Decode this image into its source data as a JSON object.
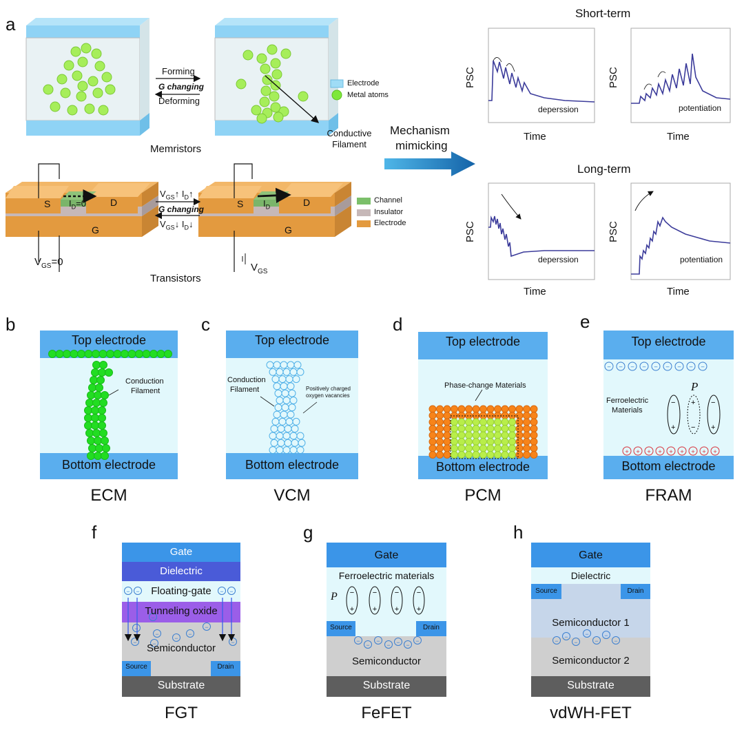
{
  "panel_labels": {
    "a": "a",
    "b": "b",
    "c": "c",
    "d": "d",
    "e": "e",
    "f": "f",
    "g": "g",
    "h": "h"
  },
  "memristor": {
    "forming": "Forming",
    "g_changing": "G changing",
    "deforming": "Deforming",
    "caption": "Memristors",
    "filament_label_1": "Conductive",
    "filament_label_2": "Filament",
    "legend_electrode": "Electrode",
    "legend_metal": "Metal atoms"
  },
  "transistor": {
    "s": "S",
    "d": "D",
    "g": "G",
    "id0": "I",
    "id0_sub": "D",
    "id0_tail": "=0",
    "id": "I",
    "id_sub": "D",
    "vgs_up": "V",
    "vgs_up_sub": "GS",
    "vgs_up_arrow": "↑",
    "id_up": "I",
    "id_up_sub": "D",
    "id_up_arrow": "↑",
    "g_changing": "G changing",
    "vgs_down": "V",
    "vgs_down_sub": "GS",
    "vgs_down_arrow": "↓",
    "id_down": "I",
    "id_down_sub": "D",
    "id_down_arrow": "↓",
    "vgs0": "V",
    "vgs0_sub": "GS",
    "vgs0_tail": "=0",
    "vgs": "V",
    "vgs_sub": "GS",
    "caption": "Transistors",
    "legend_channel": "Channel",
    "legend_insulator": "Insulator",
    "legend_electrode": "Electrode"
  },
  "mechanism": {
    "line1": "Mechanism",
    "line2": "mimicking"
  },
  "plots": {
    "short_term": "Short-term",
    "long_term": "Long-term",
    "ylabel": "PSC",
    "xlabel": "Time",
    "st_dep": "deperssion",
    "st_pot": "potentiation",
    "lt_dep": "deperssion",
    "lt_pot": "potentiation"
  },
  "chart_data": [
    {
      "type": "line",
      "title": "Short-term",
      "xlabel": "Time",
      "ylabel": "PSC",
      "annotation": "deperssion"
    },
    {
      "type": "line",
      "title": "Short-term",
      "xlabel": "Time",
      "ylabel": "PSC",
      "annotation": "potentiation"
    },
    {
      "type": "line",
      "title": "Long-term",
      "xlabel": "Time",
      "ylabel": "PSC",
      "annotation": "deperssion"
    },
    {
      "type": "line",
      "title": "Long-term",
      "xlabel": "Time",
      "ylabel": "PSC",
      "annotation": "potentiation"
    }
  ],
  "ecm": {
    "top": "Top electrode",
    "bottom": "Bottom electrode",
    "label1": "Conduction",
    "label2": "Filament",
    "caption": "ECM"
  },
  "vcm": {
    "top": "Top electrode",
    "bottom": "Bottom electrode",
    "label1": "Conduction",
    "label2": "Filament",
    "vac1": "Positively charged",
    "vac2": "oxygen vacancies",
    "caption": "VCM"
  },
  "pcm": {
    "top": "Top electrode",
    "bottom": "Bottom electrode",
    "label": "Phase-change Materials",
    "caption": "PCM"
  },
  "fram": {
    "top": "Top electrode",
    "bottom": "Bottom electrode",
    "p": "P",
    "label1": "Ferroelectric",
    "label2": "Materials",
    "caption": "FRAM"
  },
  "fgt": {
    "gate": "Gate",
    "dielectric": "Dielectric",
    "floating": "Floating-gate",
    "tunneling": "Tunneling oxide",
    "semi": "Semiconductor",
    "source": "Source",
    "drain": "Drain",
    "substrate": "Substrate",
    "caption": "FGT"
  },
  "fefet": {
    "gate": "Gate",
    "ferro": "Ferroelectric materials",
    "p": "P",
    "source": "Source",
    "drain": "Drain",
    "semi": "Semiconductor",
    "substrate": "Substrate",
    "caption": "FeFET"
  },
  "vdwh": {
    "gate": "Gate",
    "dielectric": "Dielectric",
    "source": "Source",
    "drain": "Drain",
    "semi1": "Semiconductor 1",
    "semi2": "Semiconductor 2",
    "substrate": "Substrate",
    "caption": "vdWH-FET"
  },
  "colors": {
    "electrode_blue": "#5aaeee",
    "light_fill": "#e2f8fc",
    "green": "#33dd22",
    "orange": "#f7841a",
    "ecm_green": "#22dd22"
  }
}
